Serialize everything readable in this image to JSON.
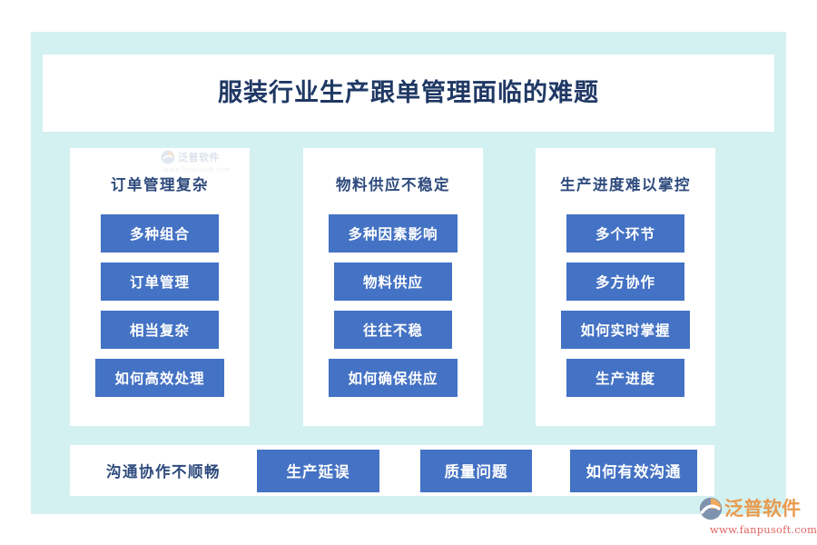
{
  "header": {
    "title": "服装行业生产跟单管理面临的难题"
  },
  "columns": [
    {
      "heading": "订单管理复杂",
      "items": [
        "多种组合",
        "订单管理",
        "相当复杂",
        "如何高效处理"
      ]
    },
    {
      "heading": "物料供应不稳定",
      "items": [
        "多种因素影响",
        "物料供应",
        "往往不稳",
        "如何确保供应"
      ]
    },
    {
      "heading": "生产进度难以掌控",
      "items": [
        "多个环节",
        "多方协作",
        "如何实时掌握",
        "生产进度"
      ]
    }
  ],
  "bottom_row": {
    "label": "沟通协作不顺畅",
    "chips": [
      "生产延误",
      "质量问题",
      "如何有效沟通"
    ]
  },
  "watermark": {
    "name": "泛普软件",
    "url": "www.fanpusoft.com"
  },
  "brand": {
    "name": "泛普软件",
    "url": "www.fanpusoft.com"
  },
  "colors": {
    "panel_background": "#d3f1f0",
    "card_background": "#ffffff",
    "chip_blue": "#4472c4",
    "title_navy": "#1f3864",
    "heading_navy": "#2e4a7d",
    "brand_orange": "#e89a4e",
    "brand_url_red": "#e06666"
  }
}
